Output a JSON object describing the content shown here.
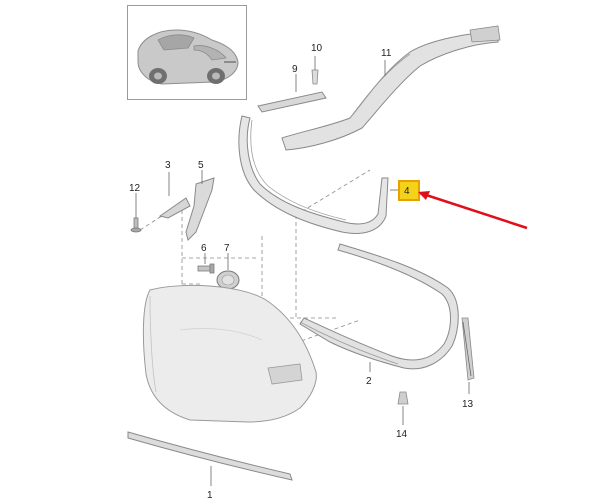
{
  "diagram": {
    "callouts": {
      "c1": "1",
      "c2": "2",
      "c3": "3",
      "c4": "4",
      "c5": "5",
      "c6": "6",
      "c7": "7",
      "c9": "9",
      "c10": "10",
      "c11": "11",
      "c12": "12",
      "c13": "13",
      "c14": "14"
    },
    "highlight": {
      "target": "4",
      "box_color": "#e8a000",
      "fill_color": "#f5d21a",
      "arrow_color": "#e0101a"
    },
    "line_color": "#777777",
    "part_fill": "#e4e4e4",
    "part_stroke": "#8a8a8a"
  }
}
